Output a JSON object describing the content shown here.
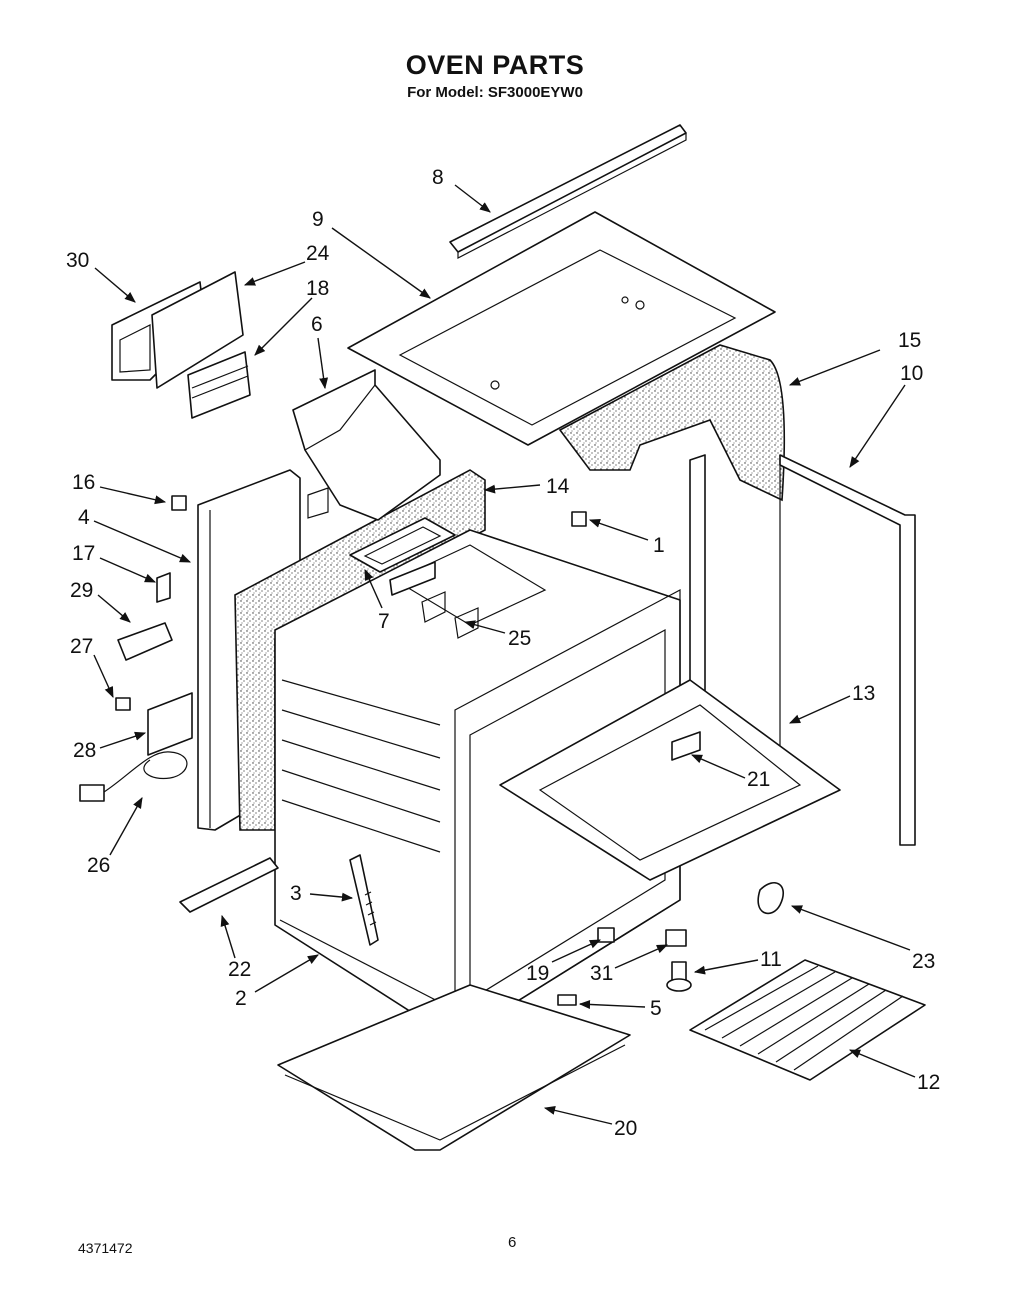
{
  "title": "OVEN PARTS",
  "subtitle": "For Model: SF3000EYW0",
  "callouts": [
    {
      "id": "8",
      "label": "8"
    },
    {
      "id": "9",
      "label": "9"
    },
    {
      "id": "30",
      "label": "30"
    },
    {
      "id": "24",
      "label": "24"
    },
    {
      "id": "18",
      "label": "18"
    },
    {
      "id": "6",
      "label": "6"
    },
    {
      "id": "15",
      "label": "15"
    },
    {
      "id": "10",
      "label": "10"
    },
    {
      "id": "16",
      "label": "16"
    },
    {
      "id": "14",
      "label": "14"
    },
    {
      "id": "4",
      "label": "4"
    },
    {
      "id": "1",
      "label": "1"
    },
    {
      "id": "17",
      "label": "17"
    },
    {
      "id": "29",
      "label": "29"
    },
    {
      "id": "7",
      "label": "7"
    },
    {
      "id": "25",
      "label": "25"
    },
    {
      "id": "27",
      "label": "27"
    },
    {
      "id": "13",
      "label": "13"
    },
    {
      "id": "28",
      "label": "28"
    },
    {
      "id": "21",
      "label": "21"
    },
    {
      "id": "26",
      "label": "26"
    },
    {
      "id": "3",
      "label": "3"
    },
    {
      "id": "23",
      "label": "23"
    },
    {
      "id": "11",
      "label": "11"
    },
    {
      "id": "19",
      "label": "19"
    },
    {
      "id": "31",
      "label": "31"
    },
    {
      "id": "22",
      "label": "22"
    },
    {
      "id": "2",
      "label": "2"
    },
    {
      "id": "5",
      "label": "5"
    },
    {
      "id": "12",
      "label": "12"
    },
    {
      "id": "20",
      "label": "20"
    }
  ],
  "page_number": "6",
  "document_number": "4371472"
}
